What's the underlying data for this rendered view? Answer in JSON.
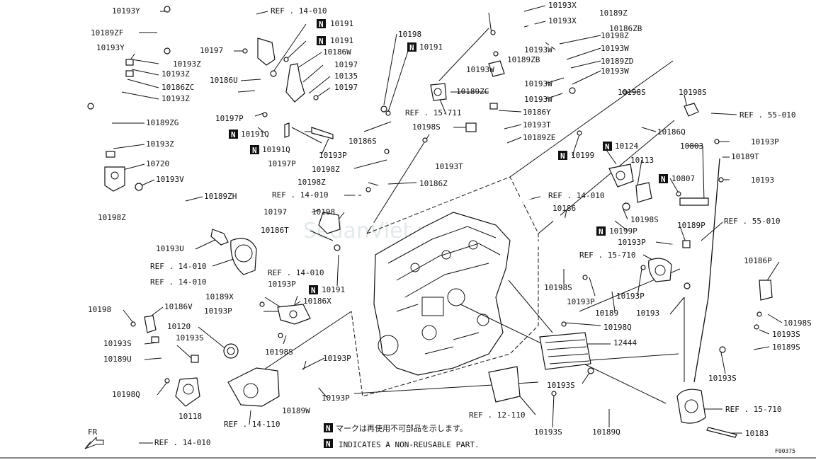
{
  "diagram_code": "F00375",
  "watermark": "SedanViet.vn",
  "front_marker": "FR",
  "legend": {
    "n_symbol": "N",
    "japanese_note": "マークは再使用不可部品を示します。",
    "english_note": "INDICATES A NON-REUSABLE PART."
  },
  "labels": [
    "10193Y",
    "10189ZF",
    "10193Y",
    "10193Z",
    "10193Z",
    "10186ZC",
    "10193Z",
    "10189ZG",
    "10193Z",
    "10720",
    "10193V",
    "10198Z",
    "10189ZH",
    "10193U",
    "REF . 14-010",
    "REF . 14-010",
    "10198",
    "10186V",
    "10193S",
    "10189U",
    "10120",
    "10193S",
    "10198Q",
    "10118",
    "REF . 14-110",
    "REF . 14-010",
    "REF . 14-010",
    "10191",
    "10191",
    "10197",
    "10186W",
    "10186U",
    "10197",
    "10135",
    "10197",
    "10197P",
    "10191Q",
    "10191Q",
    "10193P",
    "10197P",
    "10198",
    "10191",
    "10186S",
    "REF . 15-711",
    "10198S",
    "10189ZC",
    "10198Z",
    "10193T",
    "10198Z",
    "10186Z",
    "REF . 14-010",
    "10197",
    "10198",
    "10186T",
    "REF . 14-010",
    "10191",
    "10193P",
    "10189X",
    "10186X",
    "10193P",
    "10198S",
    "10189W",
    "10193P",
    "10193P",
    "10193X",
    "10189Z",
    "10193X",
    "10186ZB",
    "10193W",
    "10189ZB",
    "10193W",
    "10198Z",
    "10193W",
    "10189ZD",
    "10193W",
    "10193W",
    "10193W",
    "10186Y",
    "10193T",
    "10189ZE",
    "10199",
    "10124",
    "10113",
    "10803",
    "10807",
    "10198S",
    "10198S",
    "REF . 55-010",
    "10193P",
    "10189T",
    "10193",
    "REF . 14-010",
    "10186",
    "10199P",
    "10198S",
    "10189P",
    "10193P",
    "REF . 15-710",
    "10198S",
    "10193P",
    "10193P",
    "10189",
    "10193",
    "10198Q",
    "12444",
    "10193S",
    "REF . 12-110",
    "10193S",
    "10189Q",
    "REF . 15-710",
    "10183",
    "REF . 55-010",
    "10186P",
    "10198S",
    "10193S",
    "10189S",
    "10193S",
    "10186Q"
  ]
}
